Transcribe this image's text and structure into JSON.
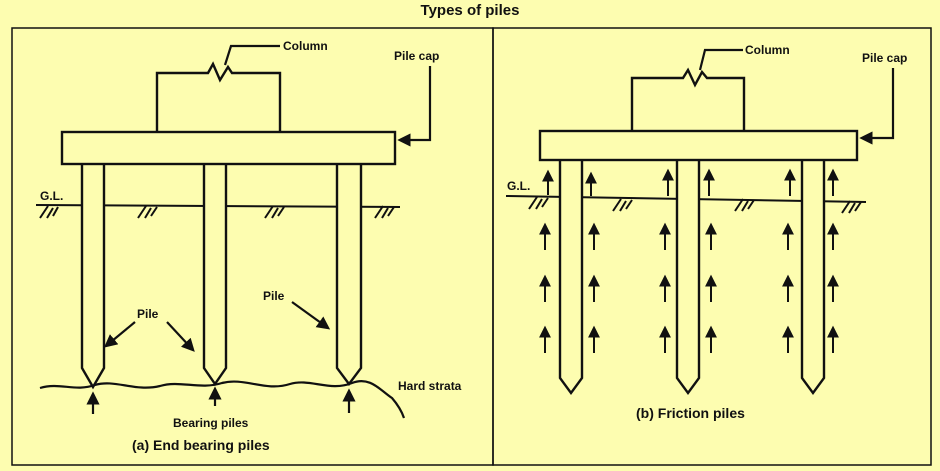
{
  "title": "Types of piles",
  "panel_a": {
    "column_label": "Column",
    "pile_cap_label": "Pile cap",
    "gl_label": "G.L.",
    "pile_label_1": "Pile",
    "pile_label_2": "Pile",
    "hard_strata_label": "Hard strata",
    "bearing_piles_label": "Bearing piles",
    "caption": "(a) End bearing piles"
  },
  "panel_b": {
    "column_label": "Column",
    "pile_cap_label": "Pile cap",
    "gl_label": "G.L.",
    "caption": "(b) Friction piles"
  }
}
